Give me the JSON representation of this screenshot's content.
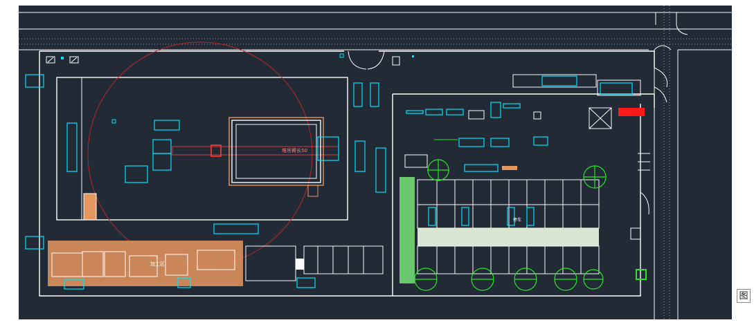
{
  "viewport": {
    "background": "#222a35",
    "colors": {
      "boundary": "#ffffff",
      "equipment": "#00e5ff",
      "crane": "#c0392b",
      "pad": "#e6975f",
      "trees": "#27e627",
      "greenbelt": "#6fd06f",
      "parking_fill": "#e8f5e0",
      "alert": "#ff1a1a"
    }
  },
  "labels": {
    "crane_text": "塔吊臂长50",
    "pad_text": "加工区",
    "parking_text": "停车"
  },
  "side_label": "图"
}
